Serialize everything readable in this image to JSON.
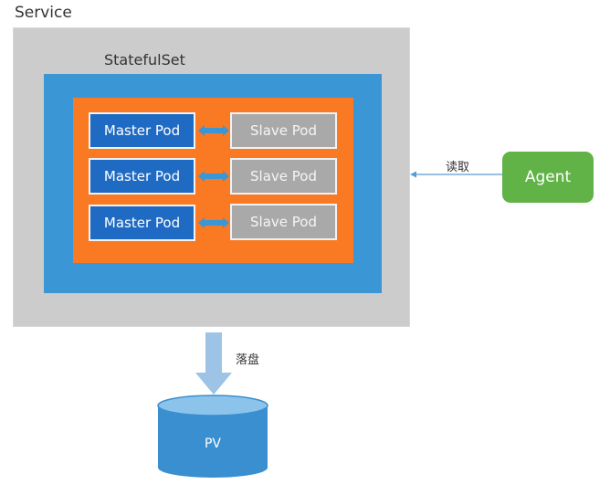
{
  "service": {
    "label": "Service",
    "color": "#cccccc"
  },
  "statefulset": {
    "label": "StatefulSet",
    "color": "#3a96d4"
  },
  "pod_group": {
    "color": "#f97a22"
  },
  "pods": [
    {
      "master": "Master Pod",
      "slave": "Slave Pod"
    },
    {
      "master": "Master Pod",
      "slave": "Slave Pod"
    },
    {
      "master": "Master Pod",
      "slave": "Slave Pod"
    }
  ],
  "agent": {
    "label": "Agent",
    "color": "#62b347"
  },
  "read_edge": {
    "label": "读取"
  },
  "flush_edge": {
    "label": "落盘"
  },
  "pv": {
    "label": "PV"
  }
}
